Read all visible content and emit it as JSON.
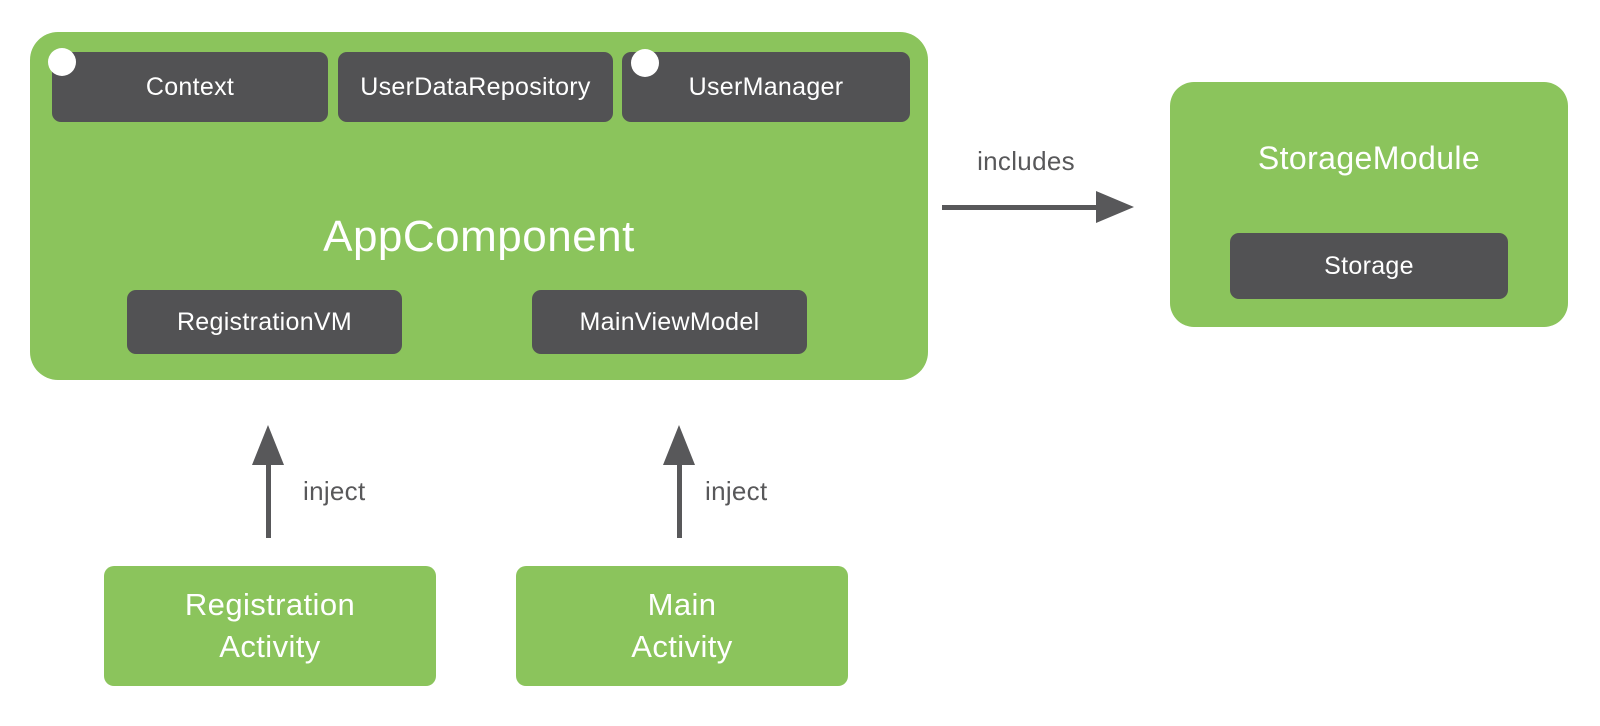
{
  "colors": {
    "green": "#8bc45c",
    "dark_gray": "#525254",
    "arrow_gray": "#58585a",
    "text_on_fill": "#ffffff",
    "background": "#ffffff"
  },
  "app_component": {
    "title": "AppComponent",
    "provided": [
      {
        "label": "Context"
      },
      {
        "label": "UserDataRepository"
      },
      {
        "label": "UserManager"
      }
    ],
    "view_models": [
      {
        "label": "RegistrationVM"
      },
      {
        "label": "MainViewModel"
      }
    ]
  },
  "storage_module": {
    "title": "StorageModule",
    "bindings": [
      {
        "label": "Storage"
      }
    ]
  },
  "activities": [
    {
      "label": "Registration\nActivity"
    },
    {
      "label": "Main\nActivity"
    }
  ],
  "edges": {
    "includes": {
      "label": "includes"
    },
    "inject_left": {
      "label": "inject"
    },
    "inject_right": {
      "label": "inject"
    }
  }
}
